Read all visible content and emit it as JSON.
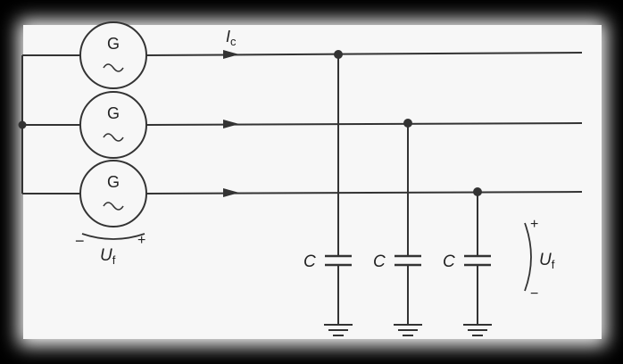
{
  "diagram": {
    "generators": [
      {
        "symbol": "G",
        "wave": "~"
      },
      {
        "symbol": "G",
        "wave": "~"
      },
      {
        "symbol": "G",
        "wave": "~"
      }
    ],
    "current_label": "I",
    "current_subscript": "c",
    "voltage_label_bottom": {
      "minus": "−",
      "symbol": "U",
      "subscript": "f",
      "plus": "+"
    },
    "capacitors": [
      {
        "label": "C"
      },
      {
        "label": "C"
      },
      {
        "label": "C"
      }
    ],
    "voltage_label_right": {
      "plus": "+",
      "symbol": "U",
      "subscript": "f",
      "minus": "−"
    }
  }
}
